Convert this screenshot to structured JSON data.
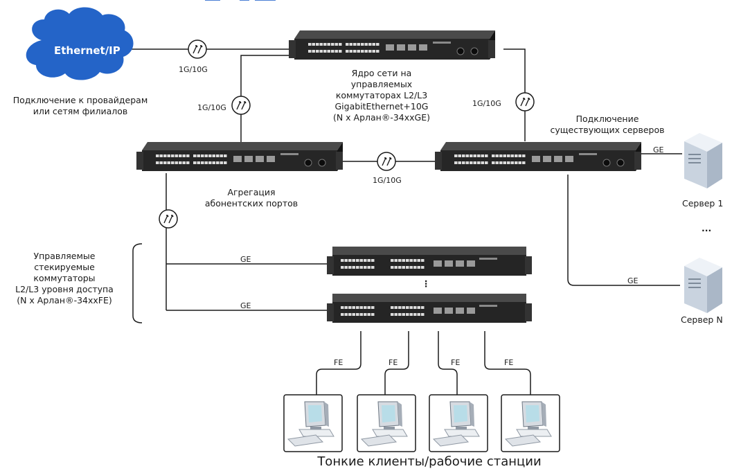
{
  "colors": {
    "cloud": "#2464c8",
    "line": "#1a1a1a",
    "switch_body": "#2b2b2b",
    "port": "#dcdcdc",
    "server": "#cfd8e4",
    "monitor_screen": "#b8dde8"
  },
  "cloud": {
    "label": "Ethernet/IP"
  },
  "provider": {
    "lines": [
      "Подключение к провайдерам",
      "или сетям филиалов"
    ]
  },
  "core": {
    "lines": [
      "Ядро сети на",
      "управляемых",
      "коммутаторах L2/L3",
      "GigabitEthernet+10G",
      "(N x Арлан®-34xxGE)"
    ]
  },
  "aggregation": {
    "lines": [
      "Агрегация",
      "абонентских портов"
    ]
  },
  "servers_conn": {
    "lines": [
      "Подключение",
      "существующих серверов"
    ]
  },
  "access": {
    "lines": [
      "Управляемые",
      "стекируемые",
      "коммутаторы",
      "L2/L3 уровня доступа",
      "(N x Арлан®-34xxFE)"
    ]
  },
  "links": {
    "l1": "1G/10G",
    "l2": "1G/10G",
    "l3": "1G/10G",
    "l4": "1G/10G",
    "ge1": "GE",
    "ge2": "GE",
    "ge3": "GE",
    "ge4": "GE",
    "fe1": "FE",
    "fe2": "FE",
    "fe3": "FE",
    "fe4": "FE"
  },
  "server1": {
    "label": "Сервер 1"
  },
  "serverN": {
    "label": "Сервер N"
  },
  "ellipsis_servers": "...",
  "ellipsis_switches": "⋮",
  "clients": {
    "label": "Тонкие клиенты/рабочие станции"
  },
  "icons": [
    "cloud-icon",
    "switch-icon",
    "fiber-transceiver-icon",
    "server-icon",
    "workstation-icon"
  ]
}
